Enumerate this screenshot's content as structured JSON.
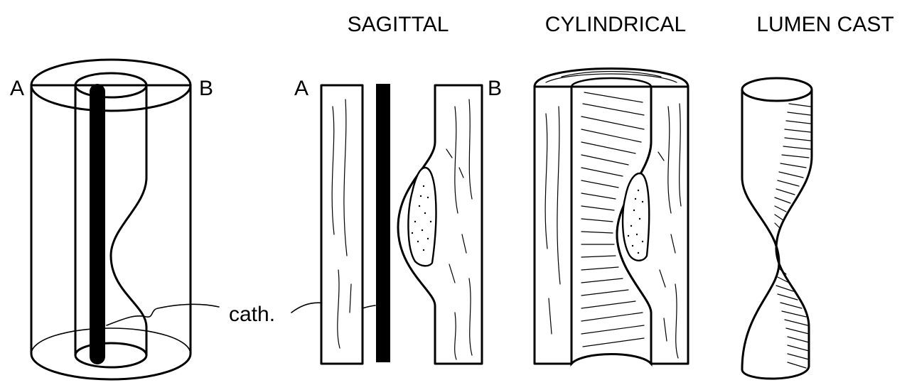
{
  "labels": {
    "sagittal": "SAGITTAL",
    "cylindrical": "CYLINDRICAL",
    "lumen_cast": "LUMEN CAST",
    "a": "A",
    "b": "B",
    "catheter": "cath."
  },
  "colors": {
    "ink": "#000000",
    "background": "#ffffff"
  }
}
